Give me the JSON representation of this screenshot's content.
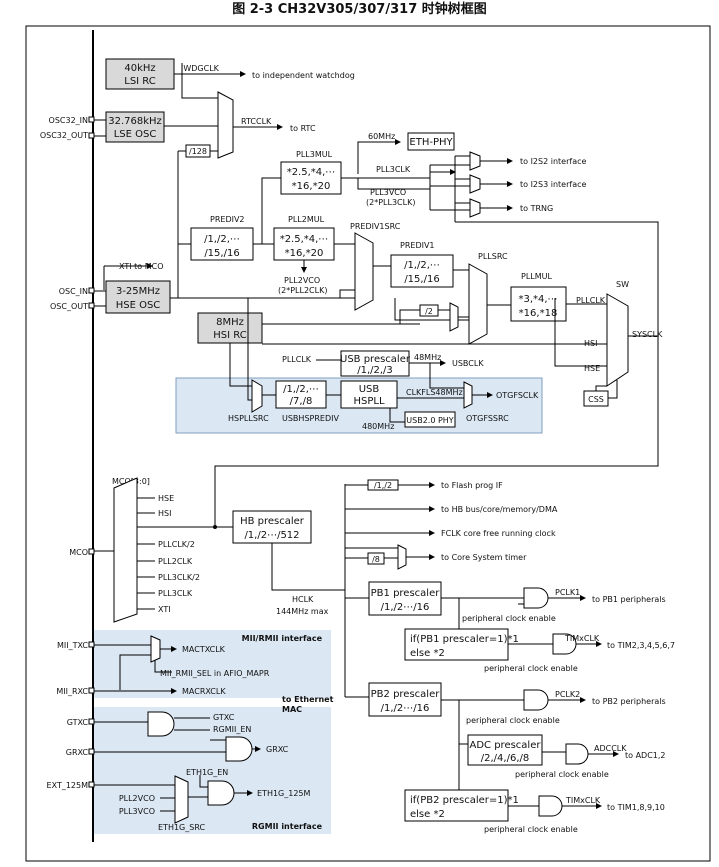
{
  "title": "图 2-3 CH32V305/307/317 时钟树框图",
  "blocks": {
    "lsi": [
      "40kHz",
      "LSI RC"
    ],
    "lse": [
      "32.768kHz",
      "LSE OSC"
    ],
    "hse": [
      "3-25MHz",
      "HSE OSC"
    ],
    "hsi": [
      "8MHz",
      "HSI RC"
    ],
    "eth_phy": "ETH-PHY",
    "div128": "/128",
    "pll3mul": [
      "*2.5,*4,⋯",
      "*16,*20"
    ],
    "prediv2": [
      "/1,/2,⋯",
      "/15,/16"
    ],
    "pll2mul": [
      "*2.5,*4,⋯",
      "*16,*20"
    ],
    "prediv1": [
      "/1,/2,⋯",
      "/15,/16"
    ],
    "pllmul": [
      "*3,*4,⋯",
      "*16,*18"
    ],
    "div2": "/2",
    "usb_prescaler": [
      "USB prescaler",
      "/1,/2,/3"
    ],
    "usbhsprediv_box": [
      "/1,/2,⋯",
      "/7,/8"
    ],
    "usb_hspll": [
      "USB",
      "HSPLL"
    ],
    "usb20_phy": "USB2.0 PHY",
    "css": "CSS",
    "hb_prescaler": [
      "HB prescaler",
      "/1,/2⋯/512"
    ],
    "flash_div": "/1,/2",
    "core_div": "/8",
    "pb1_prescaler": [
      "PB1 prescaler",
      "/1,/2⋯/16"
    ],
    "pb1_tim": [
      "if(PB1 prescaler=1)*1",
      "else  *2"
    ],
    "pb2_prescaler": [
      "PB2 prescaler",
      "/1,/2⋯/16"
    ],
    "adc_prescaler": [
      "ADC prescaler",
      "/2,/4,/6,/8"
    ],
    "pb2_tim": [
      "if(PB2 prescaler=1)*1",
      "else  *2"
    ]
  },
  "pins": {
    "osc32_in": "OSC32_IN",
    "osc32_out": "OSC32_OUT",
    "osc_in": "OSC_IN",
    "osc_out": "OSC_OUT",
    "mco": "MCO",
    "mii_txc": "MII_TXC",
    "mii_rxc": "MII_RXC",
    "gtxc": "GTXC",
    "grxc": "GRXC",
    "ext_125m": "EXT_125M"
  },
  "labels": {
    "iwdgclk": "IWDGCLK",
    "to_watchdog": "to independent watchdog",
    "rtcclk": "RTCCLK",
    "to_rtc": "to RTC",
    "mhz60": "60MHz",
    "pll3mul": "PLL3MUL",
    "pll3clk": "PLL3CLK",
    "pll3vco": "PLL3VCO",
    "pll3vco_x2": "(2*PLL3CLK)",
    "to_i2s2": "to I2S2 interface",
    "to_i2s3": "to I2S3 interface",
    "to_trng": "to TRNG",
    "prediv2": "PREDIV2",
    "pll2mul": "PLL2MUL",
    "prediv1src": "PREDIV1SRC",
    "prediv1": "PREDIV1",
    "pllsrc": "PLLSRC",
    "pllmul": "PLLMUL",
    "pll2vco": "PLL2VCO",
    "pll2vco_x2": "(2*PLL2CLK)",
    "xti_to_mco": "XTI to MCO",
    "pllclk": "PLLCLK",
    "hsi": "HSI",
    "hse": "HSE",
    "sw": "SW",
    "sysclk": "SYSCLK",
    "pllclk_in": "PLLCLK",
    "mhz48": "48MHz",
    "usbclk": "USBCLK",
    "hspllsrc": "HSPLLSRC",
    "usbhsprediv": "USBHSPREDIV",
    "clkfls48mhz": "CLKFLS48MHz",
    "mhz480": "480MHz",
    "otgfsclk": "OTGFSCLK",
    "otgfssrc": "OTGFSSRC",
    "mco_sel": "MCO[3:0]",
    "mco_inputs": [
      "HSE",
      "HSI",
      "PLLCLK/2",
      "PLL2CLK",
      "PLL3CLK/2",
      "PLL3CLK",
      "XTI"
    ],
    "to_flash": "to Flash prog IF",
    "to_hb_bus": "to HB bus/core/memory/DMA",
    "fclk": "FCLK core free running clock",
    "to_core_timer": "to Core System timer",
    "hclk": "HCLK",
    "hclk_max": "144MHz max",
    "pclk1": "PCLK1",
    "to_pb1": "to PB1 peripherals",
    "peripheral_clock_enable": "peripheral clock enable",
    "timxclk": "TIMxCLK",
    "to_tim_pb1": "to TIM2,3,4,5,6,7",
    "pclk2": "PCLK2",
    "to_pb2": "to PB2 peripherals",
    "adcclk": "ADCCLK",
    "to_adc": "to ADC1,2",
    "to_tim_pb2": "to TIM1,8,9,10",
    "mii_rmii_interface": "MII/RMII interface",
    "macrxclk": "MACTXCLK",
    "mii_rmii_sel": "MII_RMII_SEL in AFIO_MAPR",
    "macrxclk2": "MACRXCLK",
    "to_ethernet": "to Ethernet",
    "mac": "MAC",
    "gtxc_out": "GTXC",
    "rgmii_en": "RGMII_EN",
    "grxc_out": "GRXC",
    "eth1g_en": "ETH1G_EN",
    "eth1g_125m": "ETH1G_125M",
    "pll2vco_in": "PLL2VCO",
    "pll3vco_in": "PLL3VCO",
    "eth1g_src": "ETH1G_SRC",
    "rgmii_interface": "RGMII interface"
  }
}
